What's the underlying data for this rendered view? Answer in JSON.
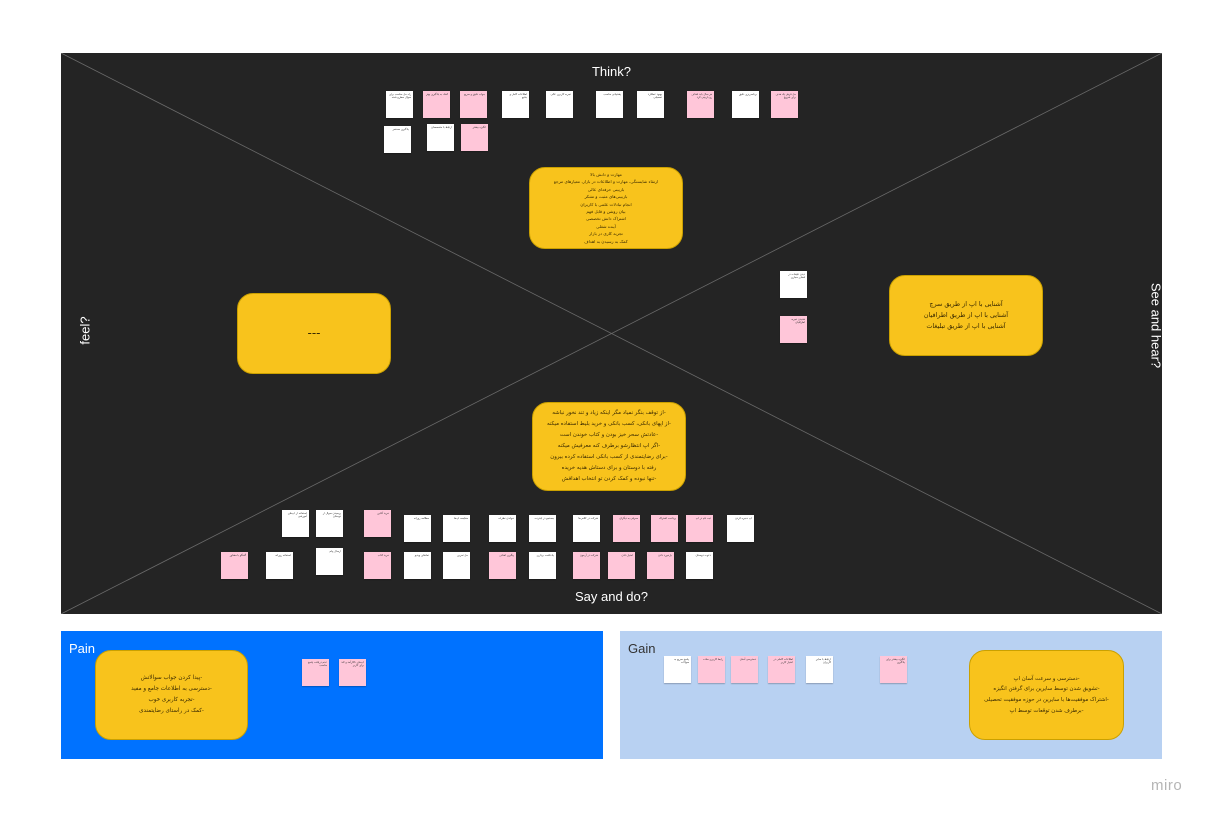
{
  "quadrants": {
    "think": "Think?",
    "feel": "feel?",
    "see_hear": "See and hear?",
    "say_do": "Say and do?"
  },
  "cards": {
    "think_card": [
      "مهارت و دانش بالا",
      "ارتقاء شایستگی، مهارت و اطلاعات در بازار، معیارهای مرجع",
      "بازبینی حرفه‌ای عالی",
      "بازبینی‌های مثبت و تشکر",
      "انجام تبادلات علمی با کاربران",
      "بیان روشن و قابل فهم",
      "اشتراک دانش تخصصی",
      "آینده شغلی",
      "تجربه کاری در بازار",
      "کمک به رسیدن به اهداف"
    ],
    "feel_card": "---",
    "see_card": [
      "آشنایی با اپ از طریق سرچ",
      "آشنایی با اپ از طریق اطرافیان",
      "آشنایی با اپ از طریق تبلیغات"
    ],
    "say_card": [
      "-از توقف بنگر نمیاد مگر اینکه زیاد و تند نخور نباشه",
      "-از اپهای بانکی، کسب بانکی و خرید بلیط استفاده میکنه",
      "-عادتش سحر خیز بودن و کتاب خوندن است",
      "-اگر اپ انتظارشو برطرف کنه معرفیش میکنه",
      "-برای رضایتمندی از کسب بانکی استفاده کرده بیرون",
      "رفته با دوستان و برای دستاش هدیه خریده",
      "-تنها نبوده و کمک کردن تو انتخاب اهدافش"
    ],
    "pain_card": [
      "-پیدا کردن جواب سوالاتش",
      "-دسترسی به اطلاعات جامع و مفید",
      "-تجربه کاربری خوب",
      "-کمک در راستای رضایتمندی"
    ],
    "gain_card": [
      "-دسترسی و سرعت آسان اپ",
      "-تشویق شدن توسط سایرین برای گرفتن انگیزه",
      "-اشتراک موفقیت‌ها با سایرین در حوزه موفقیت تحصیلی",
      "-برطرف شدن توقعات توسط اپ"
    ]
  },
  "think_stickies": [
    {
      "color": "w",
      "text": "راه حل مناسب برای سوال مطرح شده"
    },
    {
      "color": "p",
      "text": "کمک به یادگیری بهتر"
    },
    {
      "color": "p",
      "text": "جواب دقیق و سریع"
    },
    {
      "color": "w",
      "text": "اطلاعات کامل و جامع"
    },
    {
      "color": "w",
      "text": "تجربه کاربری عالی"
    },
    {
      "color": "w",
      "text": "پشتیبانی مناسب"
    },
    {
      "color": "w",
      "text": "بهبود عملکرد تحصیلی"
    },
    {
      "color": "p",
      "text": "هر سال باید اهداف رو بازبینی کرد"
    },
    {
      "color": "w",
      "text": "برنامه‌ریزی دقیق"
    },
    {
      "color": "p",
      "text": "حل فرش یک هدف برای شروع"
    },
    {
      "color": "w",
      "text": "یادگیری مستمر"
    },
    {
      "color": "w",
      "text": "ارتباط با متخصصان"
    },
    {
      "color": "p",
      "text": "انگیزه بیشتر"
    }
  ],
  "see_stickies": [
    {
      "color": "w",
      "text": "دیدن تبلیغات در فضای مجازی"
    },
    {
      "color": "p",
      "text": "شنیدن تجربه اطرافیان"
    }
  ],
  "say_stickies": [
    {
      "color": "w",
      "text": "استفاده از اپ‌های آموزشی"
    },
    {
      "color": "w",
      "text": "پرسیدن سوال از دوستان"
    },
    {
      "color": "p",
      "text": "خرید آنلاین"
    },
    {
      "color": "w",
      "text": "مطالعه روزانه"
    },
    {
      "color": "w",
      "text": "مقایسه اپ‌ها"
    },
    {
      "color": "w",
      "text": "خواندن نظرات"
    },
    {
      "color": "w",
      "text": "جستجو در اینترنت"
    },
    {
      "color": "w",
      "text": "شرکت در کلاس‌ها"
    },
    {
      "color": "p",
      "text": "معرفی به دیگران"
    },
    {
      "color": "p",
      "text": "پرداخت اشتراک"
    },
    {
      "color": "p",
      "text": "ثبت نام در اپ"
    },
    {
      "color": "w",
      "text": "اپ ذخیره کردن"
    },
    {
      "color": "p",
      "text": "گفتگو با مشاور"
    },
    {
      "color": "w",
      "text": "استفاده روزانه"
    },
    {
      "color": "w",
      "text": "ارسال پیام"
    },
    {
      "color": "p",
      "text": "خرید کتاب"
    },
    {
      "color": "w",
      "text": "تماشای ویدیو"
    },
    {
      "color": "w",
      "text": "حل تمرین"
    },
    {
      "color": "p",
      "text": "پیگیری اهداف"
    },
    {
      "color": "w",
      "text": "یادداشت برداری"
    },
    {
      "color": "p",
      "text": "شرکت در آزمون"
    },
    {
      "color": "p",
      "text": "امتیاز دادن"
    },
    {
      "color": "p",
      "text": "بازخورد دادن"
    },
    {
      "color": "w",
      "text": "دعوت دوستان"
    }
  ],
  "pain": {
    "title": "Pain",
    "stickies": [
      {
        "color": "p",
        "text": "عدم دریافت پاسخ مناسب"
      },
      {
        "color": "p",
        "text": "اپ‌های ناکارآمد و کند برای کاربر"
      }
    ]
  },
  "gain": {
    "title": "Gain",
    "stickies": [
      {
        "color": "w",
        "text": "پاسخ سریع به سوالات"
      },
      {
        "color": "p",
        "text": "رابط کاربری ساده"
      },
      {
        "color": "p",
        "text": "دسترسی آسان"
      },
      {
        "color": "p",
        "text": "اطلاعات کاملی در اختیار کاربر"
      },
      {
        "color": "w",
        "text": "ارتباط با سایر کاربران"
      },
      {
        "color": "p",
        "text": "انگیزه بیشتر برای یادگیری"
      }
    ]
  },
  "brand": "miro"
}
